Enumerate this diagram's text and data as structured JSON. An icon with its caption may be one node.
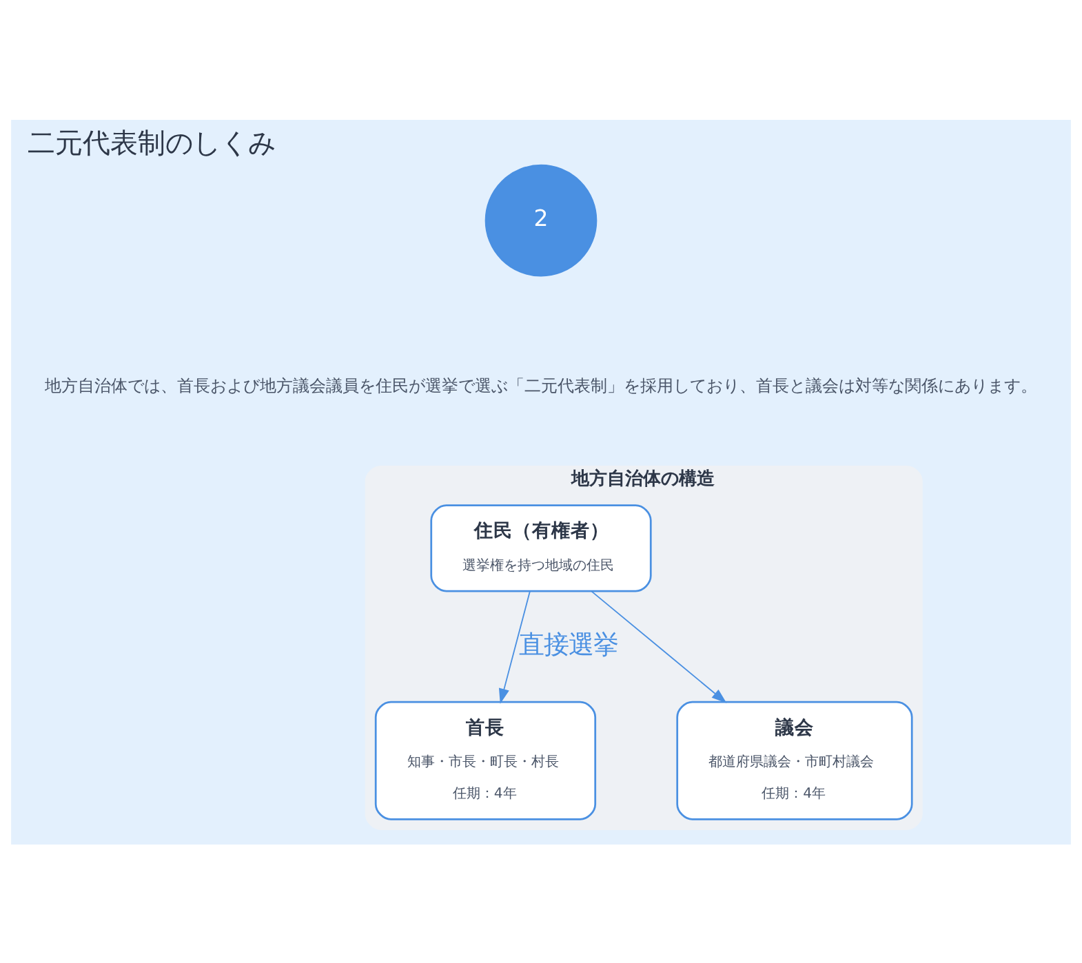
{
  "diagram": {
    "title": "二元代表制のしくみ",
    "nodes": [
      {
        "text": [
          "地方自治体の構造"
        ]
      },
      {
        "text": [
          "住民（有権者）",
          "選挙権を持つ地域の住民"
        ],
        "in": 0
      },
      {
        "text": [
          "首長",
          "知事・市長・町長・村長",
          "任期：4年"
        ],
        "in": 0
      },
      {
        "text": [
          "議会",
          "都道府県議会・市町村議会",
          "任期：4年"
        ],
        "in": 0
      }
    ],
    "edges": [
      {
        "from": 1,
        "to": 2,
        "arrow": "to",
        "label": "直接選挙"
      },
      {
        "from": 1,
        "to": 3,
        "arrow": "to"
      }
    ],
    "labels": [
      "2",
      "地方自治体では、首長および地方議会議員を住民が選挙で選ぶ「二元代表制」を採用しており、首長と議会は対等な関係にあります。"
    ]
  }
}
